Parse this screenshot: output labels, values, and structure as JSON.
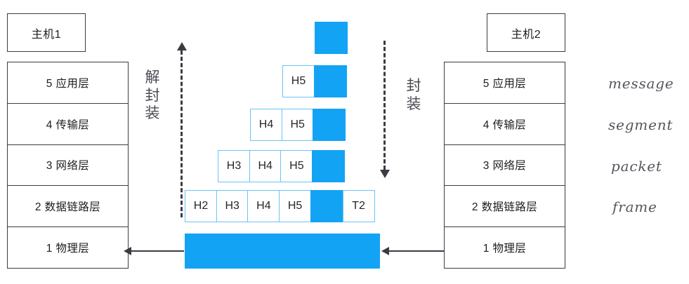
{
  "diagram": {
    "left_host": {
      "title": "主机1",
      "layers": [
        "5 应用层",
        "4 传输层",
        "3 网络层",
        "2 数据链路层",
        "1 物理层"
      ]
    },
    "right_host": {
      "title": "主机2",
      "layers": [
        "5 应用层",
        "4 传输层",
        "3 网络层",
        "2 数据链路层",
        "1 物理层"
      ]
    },
    "flows": {
      "left": {
        "label": "解封装",
        "direction": "up",
        "arrow_icon": "arrow-up-dashed-icon"
      },
      "right": {
        "label": "封装",
        "direction": "down",
        "arrow_icon": "arrow-down-dashed-icon"
      }
    },
    "encapsulation_rows": [
      {
        "name": "application-pdu",
        "headers": [],
        "payload": true,
        "trailer": null
      },
      {
        "name": "transport-pdu",
        "headers": [
          "H5"
        ],
        "payload": true,
        "trailer": null
      },
      {
        "name": "network-pdu",
        "headers": [
          "H4",
          "H5"
        ],
        "payload": true,
        "trailer": null
      },
      {
        "name": "datalink-pdu",
        "headers": [
          "H3",
          "H4",
          "H5"
        ],
        "payload": true,
        "trailer": null
      },
      {
        "name": "frame-pdu",
        "headers": [
          "H2",
          "H3",
          "H4",
          "H5"
        ],
        "payload": true,
        "trailer": "T2"
      }
    ],
    "physical_wire": {
      "name": "physical-bitstream",
      "left_arrow_icon": "arrow-left-icon",
      "right_arrow_icon": "arrow-left-icon"
    },
    "pdu_names": [
      "message",
      "segment",
      "packet",
      "frame"
    ],
    "colors": {
      "payload_blue": "#13a3f5",
      "header_border": "#6cc3f7",
      "box_border": "#3b3b44",
      "text": "#1d1d21",
      "annotation": "#55555e"
    }
  }
}
